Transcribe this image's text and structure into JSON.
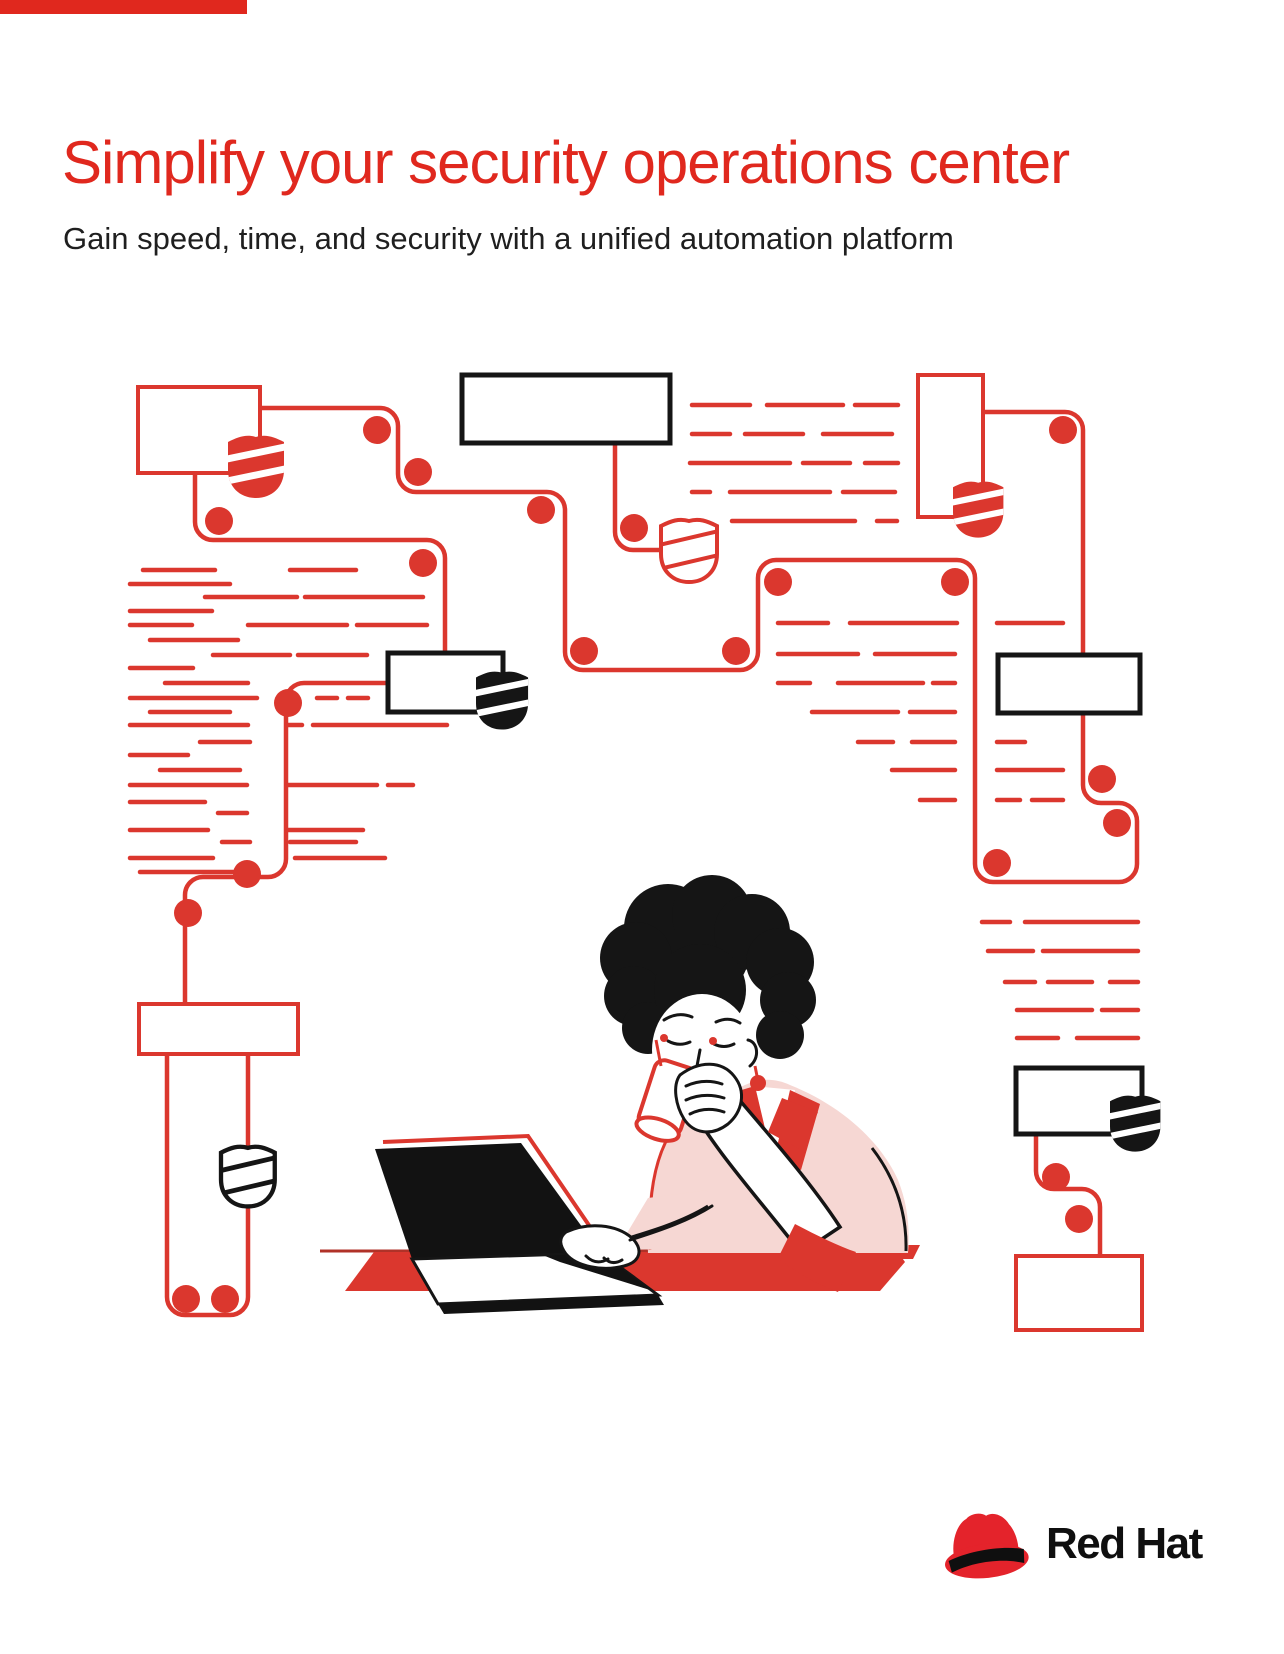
{
  "header": {
    "title": "Simplify your security operations center",
    "subtitle": "Gain speed, time, and security with a unified automation platform"
  },
  "footer": {
    "brand_name": "Red Hat"
  },
  "colors": {
    "red": "#e0281e",
    "ill_red": "#db372e",
    "ink": "#151515",
    "pink": "#f6d7d3",
    "logo_red": "#e4232b",
    "background": "#ffffff"
  },
  "illustration": {
    "icons": [
      "shield-icon-red-filled",
      "shield-icon-red-outline",
      "shield-icon-black-filled",
      "shield-icon-black-outline",
      "workflow-node-box",
      "connector-dot",
      "redacted-text-lines",
      "person-drinking-coffee-at-laptop"
    ]
  }
}
